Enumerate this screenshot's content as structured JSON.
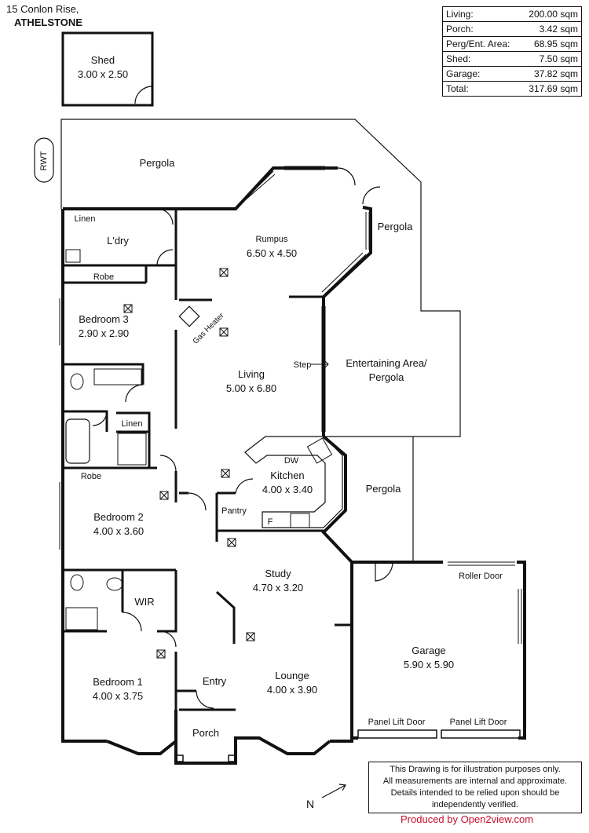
{
  "address": {
    "line1": "15 Conlon Rise,",
    "line2": "ATHELSTONE"
  },
  "areas": [
    {
      "label": "Living:",
      "value": "200.00 sqm"
    },
    {
      "label": "Porch:",
      "value": "3.42 sqm"
    },
    {
      "label": "Perg/Ent. Area:",
      "value": "68.95 sqm"
    },
    {
      "label": "Shed:",
      "value": "7.50 sqm"
    },
    {
      "label": "Garage:",
      "value": "37.82 sqm"
    },
    {
      "label": "Total:",
      "value": "317.69 sqm"
    }
  ],
  "rooms": {
    "shed": {
      "name": "Shed",
      "dims": "3.00 x 2.50"
    },
    "pergola_top": {
      "name": "Pergola"
    },
    "rwt": {
      "name": "RWT"
    },
    "linen_top": {
      "name": "Linen"
    },
    "laundry": {
      "name": "L'dry"
    },
    "robe_top": {
      "name": "Robe"
    },
    "bedroom3": {
      "name": "Bedroom 3",
      "dims": "2.90 x 2.90"
    },
    "rumpus": {
      "name": "Rumpus",
      "dims": "6.50 x 4.50"
    },
    "pergola_right": {
      "name": "Pergola"
    },
    "gas_heater": {
      "name": "Gas Heater"
    },
    "step": {
      "name": "Step"
    },
    "entertaining": {
      "name": "Entertaining Area/",
      "name2": "Pergola"
    },
    "living": {
      "name": "Living",
      "dims": "5.00 x 6.80"
    },
    "linen_mid": {
      "name": "Linen"
    },
    "dw": {
      "name": "DW"
    },
    "kitchen": {
      "name": "Kitchen",
      "dims": "4.00 x 3.40"
    },
    "robe_mid": {
      "name": "Robe"
    },
    "pantry": {
      "name": "Pantry"
    },
    "fridge": {
      "name": "F"
    },
    "pergola_mid": {
      "name": "Pergola"
    },
    "bedroom2": {
      "name": "Bedroom 2",
      "dims": "4.00 x 3.60"
    },
    "study": {
      "name": "Study",
      "dims": "4.70 x 3.20"
    },
    "roller_door": {
      "name": "Roller Door"
    },
    "wir": {
      "name": "WIR"
    },
    "garage": {
      "name": "Garage",
      "dims": "5.90 x 5.90"
    },
    "entry": {
      "name": "Entry"
    },
    "lounge": {
      "name": "Lounge",
      "dims": "4.00 x 3.90"
    },
    "bedroom1": {
      "name": "Bedroom 1",
      "dims": "4.00 x 3.75"
    },
    "panel_lift_1": {
      "name": "Panel Lift Door"
    },
    "panel_lift_2": {
      "name": "Panel Lift Door"
    },
    "porch": {
      "name": "Porch"
    }
  },
  "north_label": "N",
  "disclaimer": [
    "This Drawing is for illustration purposes only.",
    "All measurements are internal and  approximate.",
    "Details intended to be relied upon should be",
    "independently verified."
  ],
  "produced_by": "Produced by Open2view.com",
  "colors": {
    "wall": "#000000",
    "brand": "#c8102e"
  }
}
